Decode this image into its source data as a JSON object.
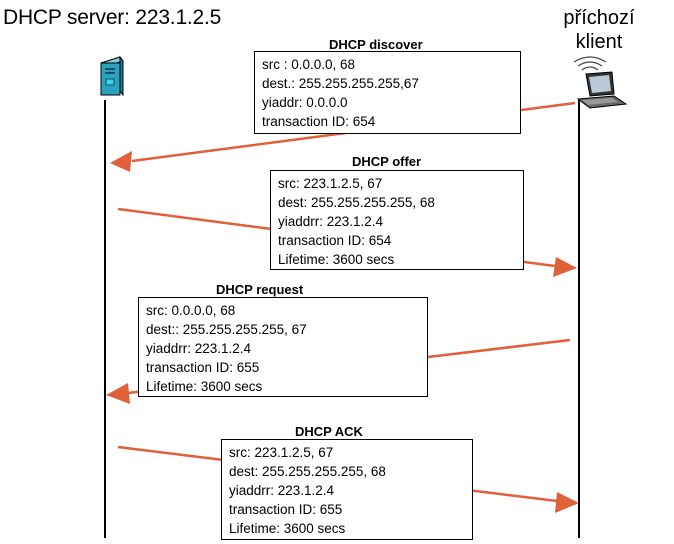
{
  "server": {
    "title": "DHCP server: 223.1.2.5"
  },
  "client": {
    "title_line1": "příchozí",
    "title_line2": "klient"
  },
  "messages": [
    {
      "title": "DHCP discover",
      "lines": [
        "src : 0.0.0.0, 68",
        "dest.: 255.255.255.255,67",
        "yiaddr:    0.0.0.0",
        "transaction ID: 654"
      ]
    },
    {
      "title": "DHCP offer",
      "lines": [
        "src: 223.1.2.5, 67",
        "dest:  255.255.255.255, 68",
        "yiaddrr: 223.1.2.4",
        "transaction ID: 654",
        "Lifetime: 3600 secs"
      ]
    },
    {
      "title": "DHCP request",
      "lines": [
        "src:  0.0.0.0, 68",
        "dest::  255.255.255.255, 67",
        "yiaddrr: 223.1.2.4",
        "transaction ID: 655",
        "Lifetime: 3600 secs"
      ]
    },
    {
      "title": "DHCP ACK",
      "lines": [
        "src: 223.1.2.5, 67",
        "dest:  255.255.255.255, 68",
        "yiaddrr: 223.1.2.4",
        "transaction ID: 655",
        "Lifetime: 3600 secs"
      ]
    }
  ],
  "colors": {
    "arrow": "#e0603a",
    "server_icon": "#2aa3c0",
    "lines": "#000000"
  },
  "icons": {
    "server": "server-tower-icon",
    "client": "laptop-wireless-icon"
  }
}
